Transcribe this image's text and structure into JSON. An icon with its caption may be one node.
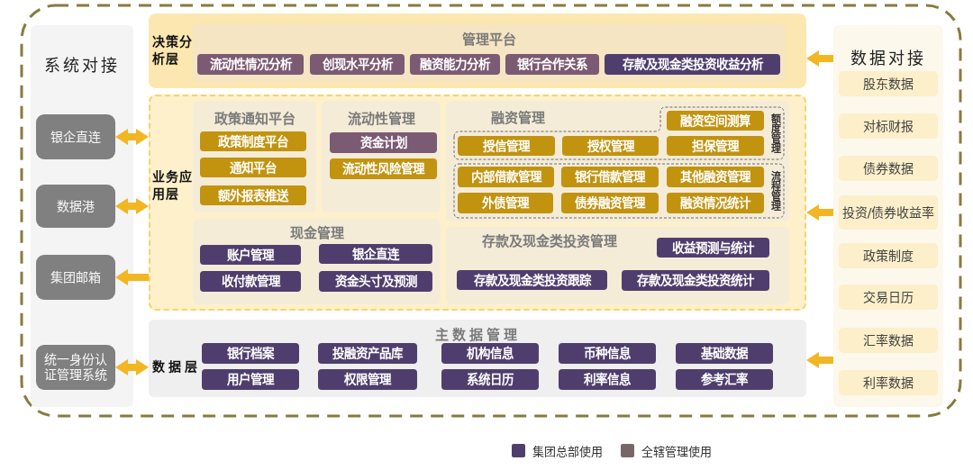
{
  "diagram": {
    "nodes": [
      {
        "text": [
          "系统对接"
        ]
      },
      {
        "text": [
          "银企直连"
        ],
        "in": 0
      },
      {
        "text": [
          "数据港"
        ],
        "in": 0
      },
      {
        "text": [
          "集团邮箱"
        ],
        "in": 0
      },
      {
        "text": [
          "统一身份认证管理系统"
        ],
        "in": 0
      },
      {
        "text": [
          "决策分析层"
        ]
      },
      {
        "text": [
          "管理平台"
        ],
        "in": 5
      },
      {
        "text": [
          "流动性情况分析"
        ],
        "in": 6
      },
      {
        "text": [
          "创现水平分析"
        ],
        "in": 6
      },
      {
        "text": [
          "融资能力分析"
        ],
        "in": 6
      },
      {
        "text": [
          "银行合作关系"
        ],
        "in": 6
      },
      {
        "text": [
          "存款及现金类投资收益分析"
        ],
        "in": 6
      },
      {
        "text": [
          "业务应用层"
        ]
      },
      {
        "text": [
          "政策通知平台"
        ],
        "in": 12
      },
      {
        "text": [
          "政策制度平台"
        ],
        "in": 13
      },
      {
        "text": [
          "通知平台"
        ],
        "in": 13
      },
      {
        "text": [
          "额外报表推送"
        ],
        "in": 13
      },
      {
        "text": [
          "流动性管理"
        ],
        "in": 12
      },
      {
        "text": [
          "资金计划"
        ],
        "in": 17
      },
      {
        "text": [
          "流动性风险管理"
        ],
        "in": 17
      },
      {
        "text": [
          "融资管理"
        ],
        "in": 12
      },
      {
        "text": [
          "额度管理"
        ],
        "in": 20
      },
      {
        "text": [
          "融资空间测算"
        ],
        "in": 21
      },
      {
        "text": [
          "授信管理"
        ],
        "in": 21
      },
      {
        "text": [
          "授权管理"
        ],
        "in": 21
      },
      {
        "text": [
          "担保管理"
        ],
        "in": 21
      },
      {
        "text": [
          "流程管理"
        ],
        "in": 20
      },
      {
        "text": [
          "内部借款管理"
        ],
        "in": 26
      },
      {
        "text": [
          "银行借款管理"
        ],
        "in": 26
      },
      {
        "text": [
          "其他融资管理"
        ],
        "in": 26
      },
      {
        "text": [
          "外债管理"
        ],
        "in": 26
      },
      {
        "text": [
          "债券融资管理"
        ],
        "in": 26
      },
      {
        "text": [
          "融资情况统计"
        ],
        "in": 26
      },
      {
        "text": [
          "现金管理"
        ],
        "in": 12
      },
      {
        "text": [
          "账户管理"
        ],
        "in": 33
      },
      {
        "text": [
          "银企直连"
        ],
        "in": 33
      },
      {
        "text": [
          "收付款管理"
        ],
        "in": 33
      },
      {
        "text": [
          "资金头寸及预测"
        ],
        "in": 33
      },
      {
        "text": [
          "存款及现金类投资管理"
        ],
        "in": 12
      },
      {
        "text": [
          "收益预测与统计"
        ],
        "in": 38
      },
      {
        "text": [
          "存款及现金类投资跟踪"
        ],
        "in": 38
      },
      {
        "text": [
          "存款及现金类投资统计"
        ],
        "in": 38
      },
      {
        "text": [
          "数据层",
          "主数据管理"
        ]
      },
      {
        "text": [
          "银行档案"
        ],
        "in": 42
      },
      {
        "text": [
          "投融资产品库"
        ],
        "in": 42
      },
      {
        "text": [
          "机构信息"
        ],
        "in": 42
      },
      {
        "text": [
          "币种信息"
        ],
        "in": 42
      },
      {
        "text": [
          "基础数据"
        ],
        "in": 42
      },
      {
        "text": [
          "用户管理"
        ],
        "in": 42
      },
      {
        "text": [
          "权限管理"
        ],
        "in": 42
      },
      {
        "text": [
          "系统日历"
        ],
        "in": 42
      },
      {
        "text": [
          "利率信息"
        ],
        "in": 42
      },
      {
        "text": [
          "参考汇率"
        ],
        "in": 42
      },
      {
        "text": [
          "数据对接"
        ]
      },
      {
        "text": [
          "股东数据"
        ],
        "in": 53
      },
      {
        "text": [
          "对标财报"
        ],
        "in": 53
      },
      {
        "text": [
          "债券数据"
        ],
        "in": 53
      },
      {
        "text": [
          "投资/债券收益率"
        ],
        "in": 53
      },
      {
        "text": [
          "政策制度"
        ],
        "in": 53
      },
      {
        "text": [
          "交易日历"
        ],
        "in": 53
      },
      {
        "text": [
          "汇率数据"
        ],
        "in": 53
      },
      {
        "text": [
          "利率数据"
        ],
        "in": 53
      }
    ],
    "edges": [
      {
        "from": 1,
        "to": 12,
        "arrow": "both"
      },
      {
        "from": 2,
        "to": 12,
        "arrow": "both"
      },
      {
        "from": 12,
        "to": 3,
        "arrow": "to"
      },
      {
        "from": 4,
        "to": 42,
        "arrow": "both"
      },
      {
        "from": 53,
        "to": 5,
        "arrow": "to"
      },
      {
        "from": 53,
        "to": 12,
        "arrow": "to"
      },
      {
        "from": 53,
        "to": 42,
        "arrow": "to"
      }
    ],
    "legend": [
      {
        "text": "集团总部使用",
        "color": "#4f3e6d"
      },
      {
        "text": "全辖管理使用",
        "color": "#776668"
      }
    ]
  }
}
